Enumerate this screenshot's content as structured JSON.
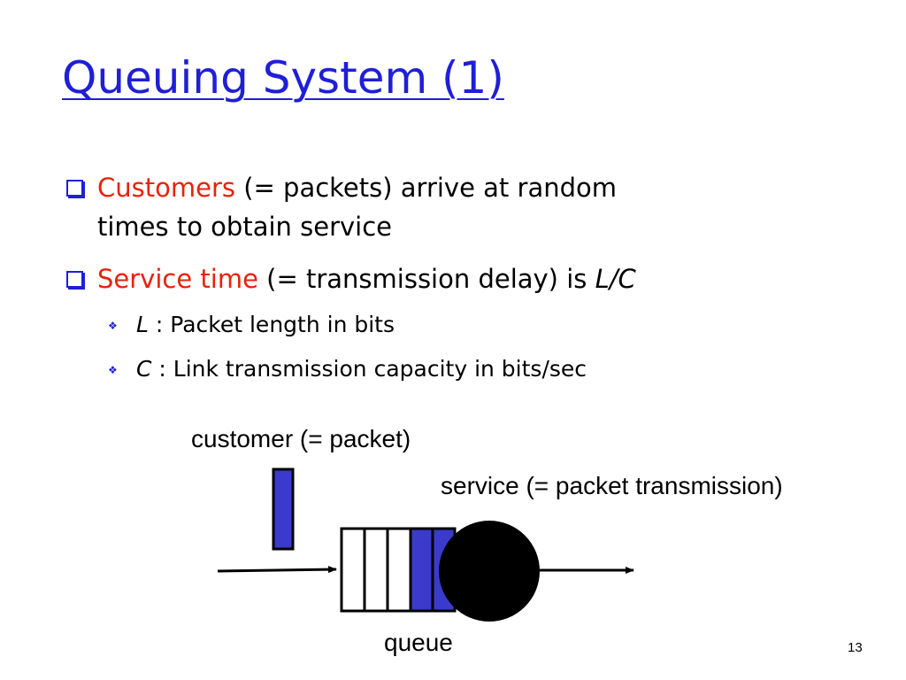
{
  "slide": {
    "title": "Queuing System (1)",
    "page_number": "13"
  },
  "bullets": [
    {
      "highlight": "Customers",
      "line1_rest": " (= packets) arrive at random",
      "line2": "times to obtain service"
    },
    {
      "highlight": "Service time",
      "rest": " (= transmission delay) is ",
      "formula": "L/C"
    }
  ],
  "sub_bullets": [
    {
      "symbol": "L",
      "text": " : Packet length in bits"
    },
    {
      "symbol": "C",
      "text": " : Link transmission capacity in bits/sec"
    }
  ],
  "diagram": {
    "customer_label": "customer (= packet)",
    "service_label": "service (= packet transmission)",
    "queue_label": "queue",
    "queue_slots_total": 5,
    "queue_slots_filled": 2
  },
  "colors": {
    "title": "#1f1fd6",
    "highlight": "#e8220a",
    "packet_fill": "#3a3acc",
    "server": "#000000",
    "bullet_icon": "#1f1fd6"
  },
  "icons": {
    "bullet": "hollow-square-icon",
    "sub_bullet": "diamond-icon"
  }
}
